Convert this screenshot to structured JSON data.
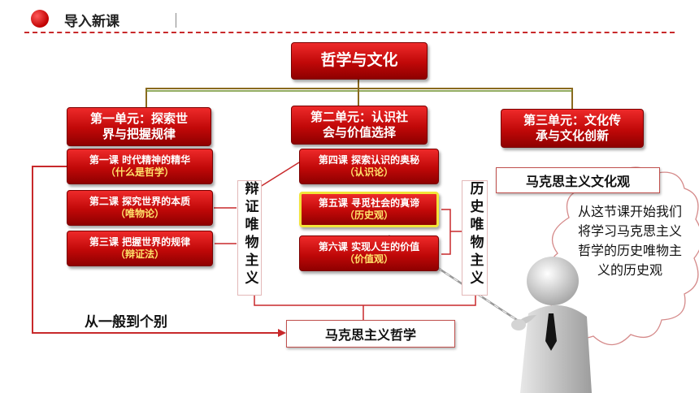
{
  "header": {
    "title": "导入新课"
  },
  "root": {
    "label": "哲学与文化"
  },
  "units": [
    {
      "line1": "第一单元：探索世",
      "line2": "界与把握规律"
    },
    {
      "line1": "第二单元：认识社",
      "line2": "会与价值选择"
    },
    {
      "line1": "第三单元：文化传",
      "line2": "承与文化创新"
    }
  ],
  "lessons_unit1": [
    {
      "title": "第一课 时代精神的精华",
      "sub": "（什么是哲学）"
    },
    {
      "title": "第二课 探究世界的本质",
      "sub": "（唯物论）"
    },
    {
      "title": "第三课 把握世界的规律",
      "sub": "（辩证法）"
    }
  ],
  "lessons_unit2": [
    {
      "title": "第四课 探索认识的奥秘",
      "sub": "（认识论）"
    },
    {
      "title": "第五课 寻觅社会的真谛",
      "sub": "（历史观）"
    },
    {
      "title": "第六课 实现人生的价值",
      "sub": "（价值观）"
    }
  ],
  "vertical_labels": {
    "dialectical": "辩证唯物主义",
    "historical": "历史唯物主义"
  },
  "marxist_culture": "马克思主义文化观",
  "marxist_philosophy": "马克思主义哲学",
  "general_to_specific": "从一般到个别",
  "speech_bubble": "从这节课开始我们将学习马克思主义哲学的历史唯物主义的历史观",
  "colors": {
    "accent": "#c00000",
    "connector": "#8a6a1e",
    "highlight": "#f2e43a"
  }
}
